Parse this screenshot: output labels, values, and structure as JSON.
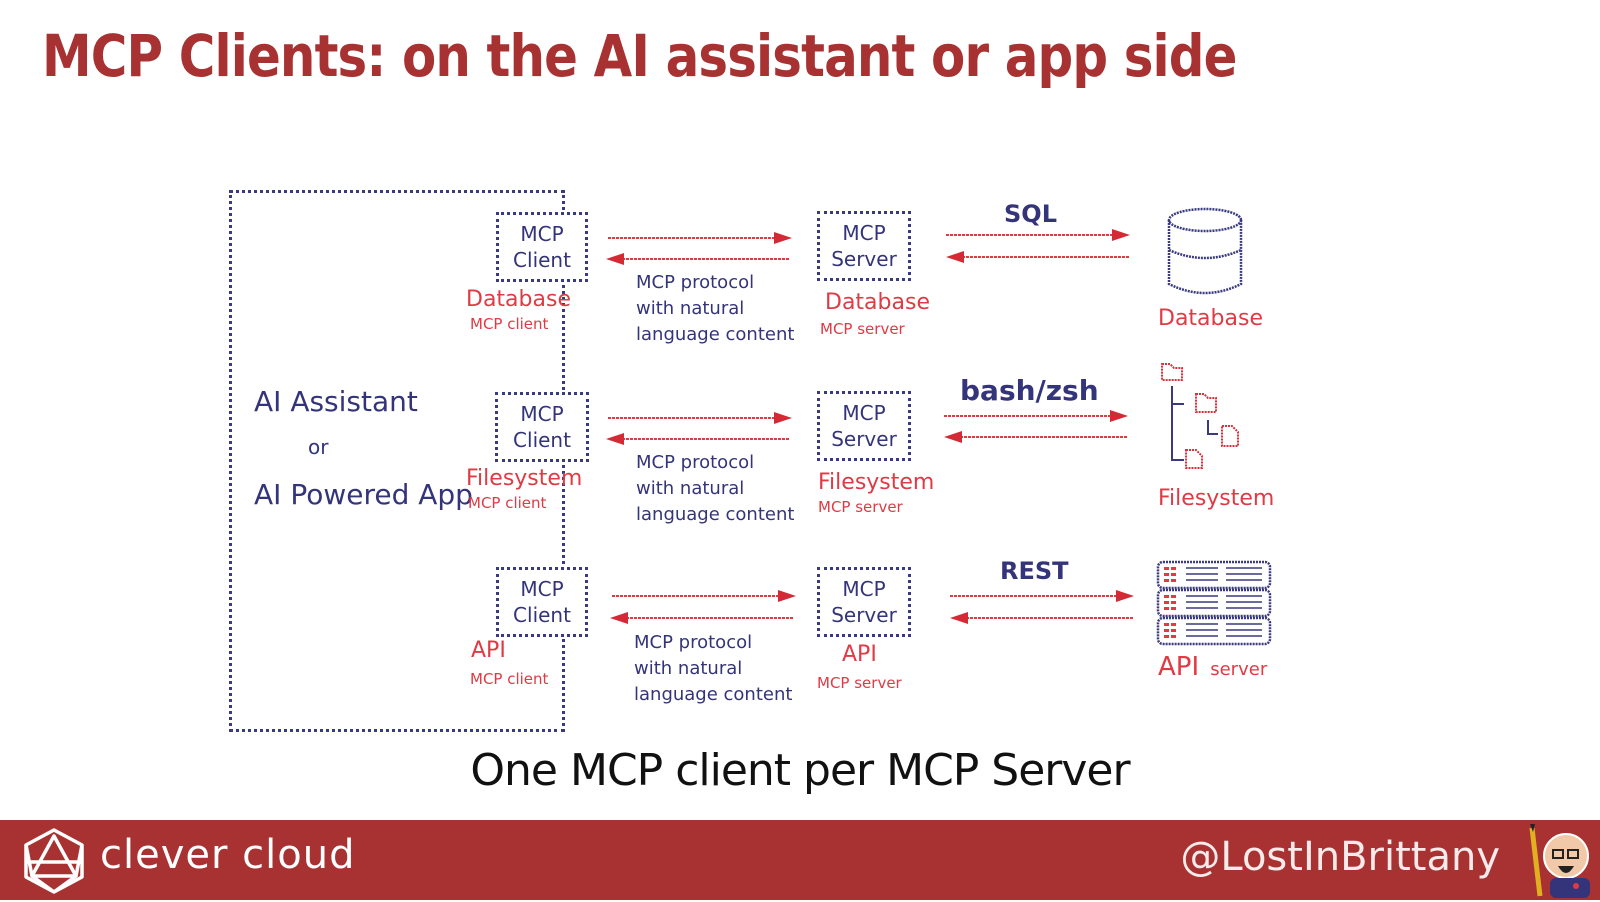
{
  "slide": {
    "title": "MCP Clients: on the AI assistant or app side",
    "caption": "One MCP client per MCP Server"
  },
  "diagram": {
    "app": {
      "line1": "AI Assistant",
      "line2": "or",
      "line3": "AI Powered App"
    },
    "rows": [
      {
        "client_box": [
          "MCP",
          "Client"
        ],
        "client_label": "Database",
        "client_sublabel": "MCP client",
        "protocol": [
          "MCP protocol",
          "with natural",
          "language content"
        ],
        "server_box": [
          "MCP",
          "Server"
        ],
        "server_label": "Database",
        "server_sublabel": "MCP server",
        "transport": "SQL",
        "resource_label": "Database",
        "resource_icon": "database-cylinder-icon"
      },
      {
        "client_box": [
          "MCP",
          "Client"
        ],
        "client_label": "Filesystem",
        "client_sublabel": "MCP client",
        "protocol": [
          "MCP protocol",
          "with natural",
          "language content"
        ],
        "server_box": [
          "MCP",
          "Server"
        ],
        "server_label": "Filesystem",
        "server_sublabel": "MCP server",
        "transport": "bash/zsh",
        "resource_label": "Filesystem",
        "resource_icon": "folder-tree-icon"
      },
      {
        "client_box": [
          "MCP",
          "Client"
        ],
        "client_label": "API",
        "client_sublabel": "MCP client",
        "protocol": [
          "MCP protocol",
          "with natural",
          "language content"
        ],
        "server_box": [
          "MCP",
          "Server"
        ],
        "server_label": "API",
        "server_sublabel": "MCP server",
        "transport": "REST",
        "resource_label": "API",
        "resource_sublabel": "server",
        "resource_icon": "server-rack-icon"
      }
    ]
  },
  "footer": {
    "brand": "clever cloud",
    "brand_icon": "icosahedron-logo-icon",
    "handle": "@LostInBrittany",
    "avatar_icon": "cartoon-avatar-icon"
  },
  "colors": {
    "accent": "#a83232",
    "ink_navy": "#34347a",
    "ink_red": "#e03a44"
  }
}
